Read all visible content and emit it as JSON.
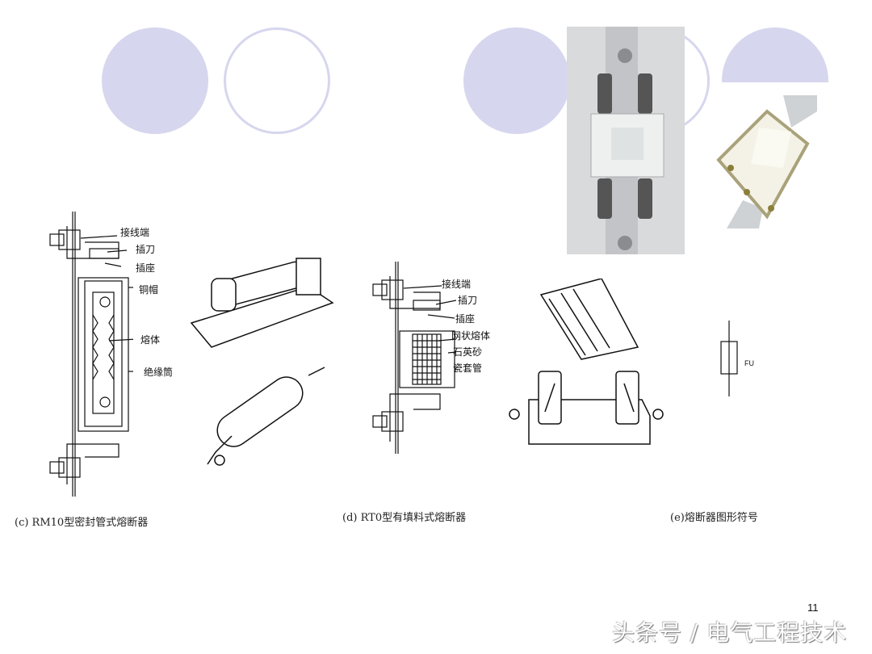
{
  "diagram_c": {
    "labels": [
      "接线端",
      "插刀",
      "插座",
      "铜帽",
      "熔体",
      "绝缘筒"
    ],
    "caption": "(c) RM10型密封管式熔断器"
  },
  "diagram_d": {
    "labels": [
      "接线端",
      "插刀",
      "插座",
      "网状熔体",
      "石英砂",
      "瓷套管"
    ],
    "caption": "(d) RT0型有填料式熔断器"
  },
  "diagram_e": {
    "symbol_label": "FU",
    "caption": "(e)熔断器图形符号"
  },
  "page_number": "11",
  "watermark": "头条号 / 电气工程技术",
  "colors": {
    "circle": "#d6d6ee"
  }
}
